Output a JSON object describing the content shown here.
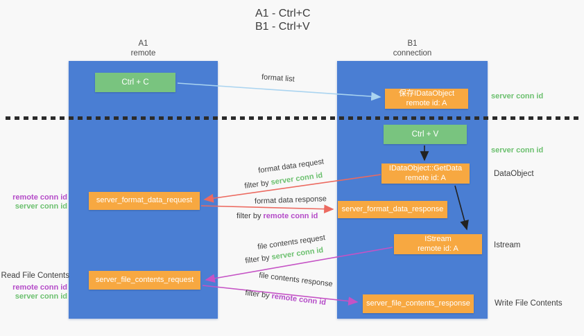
{
  "title": {
    "line1": "A1 - Ctrl+C",
    "line2": "B1 - Ctrl+V"
  },
  "lanes": {
    "left": {
      "name": "A1",
      "subtitle": "remote"
    },
    "right": {
      "name": "B1",
      "subtitle": "connection"
    }
  },
  "boxes": {
    "ctrl_c": "Ctrl + C",
    "ctrl_v": "Ctrl + V",
    "save_dataobject": {
      "line1": "保存IDataObject",
      "line2": "remote id: A"
    },
    "getdata": {
      "line1": "IDataObject::GetData",
      "line2": "remote id: A"
    },
    "istream": {
      "line1": "IStream",
      "line2": "remote id: A"
    },
    "format_request": "server_format_data_request",
    "format_response": "server_format_data_response",
    "file_request": "server_file_contents_request",
    "file_response": "server_file_contents_response"
  },
  "arrow_labels": {
    "format_list": "format list",
    "format_data_request": "format data request",
    "format_data_request_filter": {
      "prefix": "filter by ",
      "id": "server conn id"
    },
    "format_data_response": "format data response",
    "format_data_response_filter": {
      "prefix": "filter by ",
      "id": "remote conn id"
    },
    "file_contents_request": "file contents request",
    "file_contents_request_filter": {
      "prefix": "filter by ",
      "id": "server conn id"
    },
    "file_contents_response": "file contents response",
    "file_contents_response_filter": {
      "prefix": "filter by ",
      "id": "remote conn id"
    }
  },
  "side_labels": {
    "server_conn_id_top": "server conn id",
    "server_conn_id_mid": "server conn id",
    "dataobject": "DataObject",
    "istream": "Istream",
    "write_file_contents": "Write File Contents",
    "read_file_contents": "Read File Contents",
    "remote_conn_id_fmt": "remote conn id",
    "server_conn_id_fmt": "server conn id",
    "remote_conn_id_file": "remote conn id",
    "server_conn_id_file": "server conn id"
  },
  "colors": {
    "bg": "#f8f8f8",
    "lane_blue": "#4a7ed3",
    "box_green": "#79c47f",
    "box_orange": "#f7a841",
    "arrow_lightblue": "#aad4f0",
    "arrow_red": "#ec6a60",
    "arrow_magenta": "#c553c5",
    "text_green": "#6cc06f",
    "text_purple": "#b44bc8",
    "text_dark": "#3c3c3c",
    "dotted": "#2b2b2b"
  }
}
